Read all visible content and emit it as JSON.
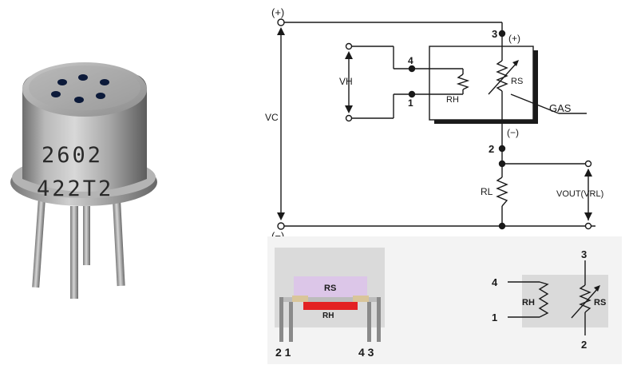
{
  "photo": {
    "marking_line1": "2602",
    "marking_line2": "422T2"
  },
  "circuit": {
    "plus_label": "(+)",
    "minus_label": "(−)",
    "vc_label": "VC",
    "vh_label": "VH",
    "rh_label": "RH",
    "rs_label": "RS",
    "rl_label": "RL",
    "gas_label": "GAS",
    "vout_label": "VOUT(VRL)",
    "pin3": "3",
    "pin3_plus": "(+)",
    "pin2": "2",
    "pin2_minus": "(−)",
    "pin4": "4",
    "pin1": "1"
  },
  "structure": {
    "rs_label": "RS",
    "rh_label": "RH",
    "pins_left": "2 1",
    "pins_right": "4 3",
    "colors": {
      "rs_block": "#dcc6e8",
      "rh_block": "#e32222",
      "panel": "#e9e9e9"
    }
  },
  "symbol": {
    "pin3": "3",
    "pin4": "4",
    "pin1": "1",
    "pin2": "2",
    "rh_label": "RH",
    "rs_label": "RS"
  }
}
